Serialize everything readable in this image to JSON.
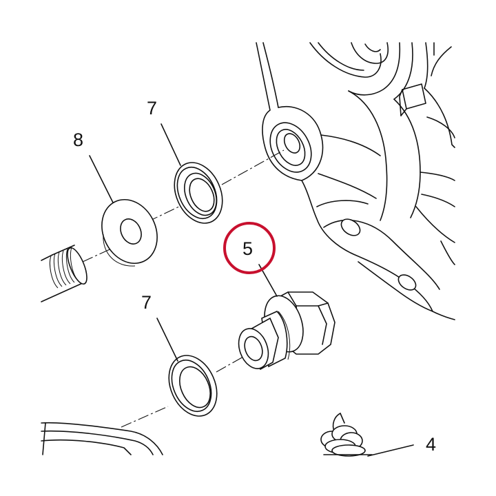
{
  "callouts": [
    {
      "id": "washer-8",
      "label": "8"
    },
    {
      "id": "seal-7-top",
      "label": "7"
    },
    {
      "id": "bushing-5",
      "label": "5"
    },
    {
      "id": "seal-7-bottom",
      "label": "7"
    },
    {
      "id": "spring-4",
      "label": "4"
    }
  ],
  "highlight": {
    "target": "bushing-5",
    "color": "#c8102e"
  },
  "colors": {
    "line": "#111111",
    "background": "#ffffff"
  }
}
